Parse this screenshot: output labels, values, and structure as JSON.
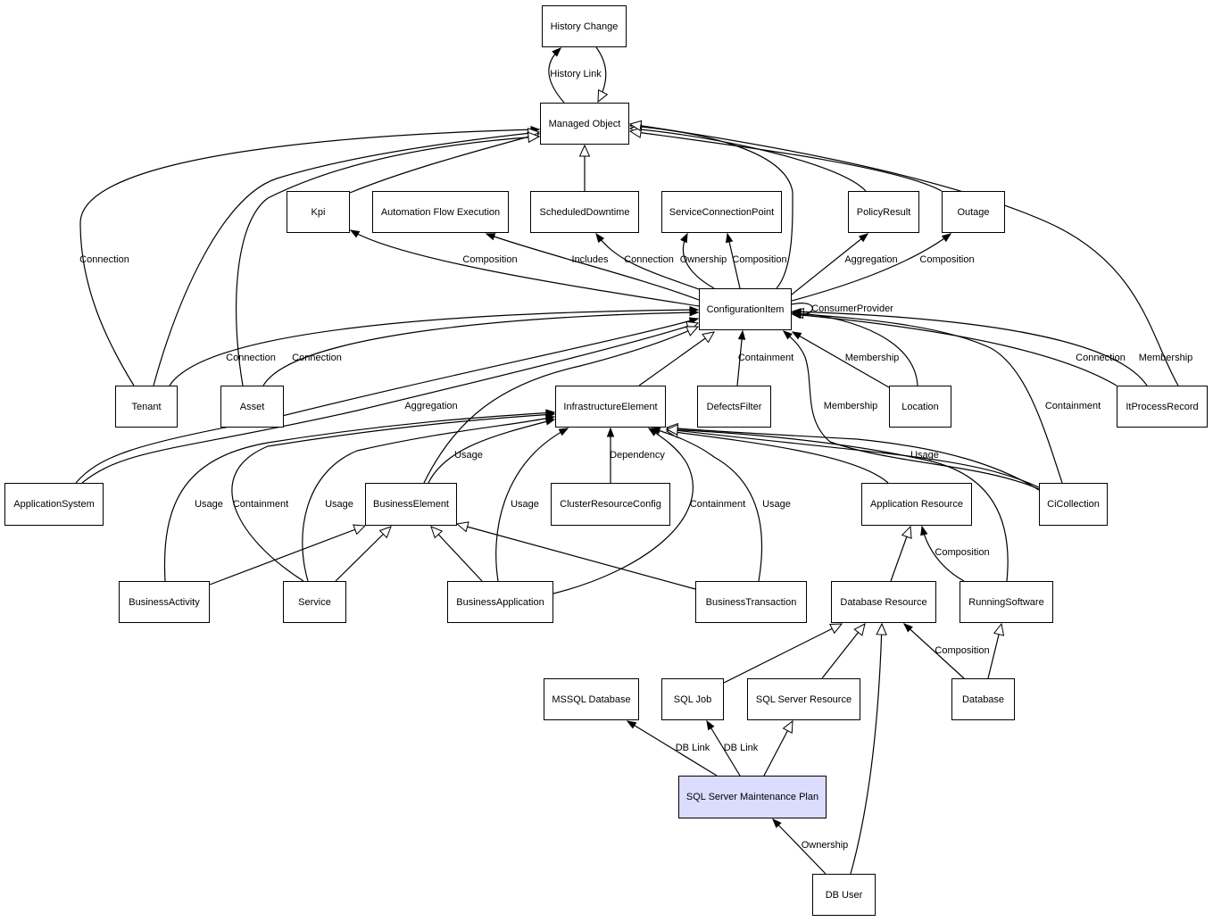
{
  "diagram": {
    "highlight_color": "#dcdcff",
    "nodes": [
      {
        "id": "history_change",
        "label": "History Change"
      },
      {
        "id": "managed_object",
        "label": "Managed Object"
      },
      {
        "id": "kpi",
        "label": "Kpi"
      },
      {
        "id": "automation_flow_execution",
        "label": "Automation Flow Execution"
      },
      {
        "id": "scheduled_downtime",
        "label": "ScheduledDowntime"
      },
      {
        "id": "service_connection_point",
        "label": "ServiceConnectionPoint"
      },
      {
        "id": "policy_result",
        "label": "PolicyResult"
      },
      {
        "id": "outage",
        "label": "Outage"
      },
      {
        "id": "configuration_item",
        "label": "ConfigurationItem"
      },
      {
        "id": "tenant",
        "label": "Tenant"
      },
      {
        "id": "asset",
        "label": "Asset"
      },
      {
        "id": "infrastructure_element",
        "label": "InfrastructureElement"
      },
      {
        "id": "defects_filter",
        "label": "DefectsFilter"
      },
      {
        "id": "location",
        "label": "Location"
      },
      {
        "id": "it_process_record",
        "label": "ItProcessRecord"
      },
      {
        "id": "application_system",
        "label": "ApplicationSystem"
      },
      {
        "id": "business_element",
        "label": "BusinessElement"
      },
      {
        "id": "cluster_resource_config",
        "label": "ClusterResourceConfig"
      },
      {
        "id": "application_resource",
        "label": "Application Resource"
      },
      {
        "id": "ci_collection",
        "label": "CiCollection"
      },
      {
        "id": "business_activity",
        "label": "BusinessActivity"
      },
      {
        "id": "service",
        "label": "Service"
      },
      {
        "id": "business_application",
        "label": "BusinessApplication"
      },
      {
        "id": "business_transaction",
        "label": "BusinessTransaction"
      },
      {
        "id": "database_resource",
        "label": "Database Resource"
      },
      {
        "id": "running_software",
        "label": "RunningSoftware"
      },
      {
        "id": "mssql_database",
        "label": "MSSQL Database"
      },
      {
        "id": "sql_job",
        "label": "SQL Job"
      },
      {
        "id": "sql_server_resource",
        "label": "SQL Server Resource"
      },
      {
        "id": "database",
        "label": "Database"
      },
      {
        "id": "sql_server_maintenance_plan",
        "label": "SQL Server Maintenance Plan",
        "highlighted": true
      },
      {
        "id": "db_user",
        "label": "DB User"
      }
    ],
    "edges": [
      {
        "from": "managed_object",
        "to": "history_change",
        "label": "History Link",
        "head": "filled"
      },
      {
        "from": "history_change",
        "to": "managed_object",
        "label": "",
        "head": "hollow"
      },
      {
        "from": "scheduled_downtime",
        "to": "managed_object",
        "label": "",
        "head": "hollow"
      },
      {
        "from": "kpi",
        "to": "managed_object",
        "label": "",
        "head": "hollow"
      },
      {
        "from": "tenant",
        "to": "managed_object",
        "label": "Connection",
        "head": "filled"
      },
      {
        "from": "tenant",
        "to": "managed_object",
        "label": "",
        "head": "hollow"
      },
      {
        "from": "asset",
        "to": "managed_object",
        "label": "",
        "head": "hollow"
      },
      {
        "from": "configuration_item",
        "to": "managed_object",
        "label": "",
        "head": "hollow"
      },
      {
        "from": "policy_result",
        "to": "managed_object",
        "label": "",
        "head": "hollow"
      },
      {
        "from": "outage",
        "to": "managed_object",
        "label": "",
        "head": "hollow"
      },
      {
        "from": "it_process_record",
        "to": "managed_object",
        "label": "",
        "head": "hollow"
      },
      {
        "from": "configuration_item",
        "to": "kpi",
        "label": "Composition",
        "head": "filled"
      },
      {
        "from": "configuration_item",
        "to": "automation_flow_execution",
        "label": "Includes",
        "head": "filled"
      },
      {
        "from": "configuration_item",
        "to": "scheduled_downtime",
        "label": "Connection",
        "head": "filled"
      },
      {
        "from": "configuration_item",
        "to": "service_connection_point",
        "label": "Ownership",
        "head": "filled"
      },
      {
        "from": "configuration_item",
        "to": "service_connection_point",
        "label": "Composition",
        "head": "filled"
      },
      {
        "from": "configuration_item",
        "to": "policy_result",
        "label": "Aggregation",
        "head": "filled"
      },
      {
        "from": "configuration_item",
        "to": "outage",
        "label": "Composition",
        "head": "filled"
      },
      {
        "from": "configuration_item",
        "to": "configuration_item",
        "label": "ConsumerProvider",
        "head": "filled"
      },
      {
        "from": "tenant",
        "to": "configuration_item",
        "label": "Connection",
        "head": "filled"
      },
      {
        "from": "asset",
        "to": "configuration_item",
        "label": "Connection",
        "head": "filled"
      },
      {
        "from": "application_system",
        "to": "configuration_item",
        "label": "Aggregation",
        "head": "filled"
      },
      {
        "from": "application_system",
        "to": "configuration_item",
        "label": "",
        "head": "hollow"
      },
      {
        "from": "infrastructure_element",
        "to": "configuration_item",
        "label": "",
        "head": "hollow"
      },
      {
        "from": "defects_filter",
        "to": "configuration_item",
        "label": "Containment",
        "head": "filled"
      },
      {
        "from": "location",
        "to": "configuration_item",
        "label": "Membership",
        "head": "filled"
      },
      {
        "from": "location",
        "to": "configuration_item",
        "label": "",
        "head": "hollow"
      },
      {
        "from": "ci_collection",
        "to": "configuration_item",
        "label": "Membership",
        "head": "filled"
      },
      {
        "from": "ci_collection",
        "to": "configuration_item",
        "label": "Containment",
        "head": "filled"
      },
      {
        "from": "it_process_record",
        "to": "configuration_item",
        "label": "Connection",
        "head": "filled"
      },
      {
        "from": "it_process_record",
        "to": "configuration_item",
        "label": "Membership",
        "head": "filled"
      },
      {
        "from": "business_element",
        "to": "configuration_item",
        "label": "",
        "head": "hollow"
      },
      {
        "from": "cluster_resource_config",
        "to": "infrastructure_element",
        "label": "Dependency",
        "head": "filled"
      },
      {
        "from": "business_element",
        "to": "infrastructure_element",
        "label": "Usage",
        "head": "filled"
      },
      {
        "from": "business_activity",
        "to": "infrastructure_element",
        "label": "Usage",
        "head": "filled"
      },
      {
        "from": "service",
        "to": "infrastructure_element",
        "label": "Containment",
        "head": "filled"
      },
      {
        "from": "service",
        "to": "infrastructure_element",
        "label": "Usage",
        "head": "filled"
      },
      {
        "from": "business_application",
        "to": "infrastructure_element",
        "label": "Usage",
        "head": "filled"
      },
      {
        "from": "business_application",
        "to": "infrastructure_element",
        "label": "Containment",
        "head": "filled"
      },
      {
        "from": "business_transaction",
        "to": "infrastructure_element",
        "label": "Usage",
        "head": "filled"
      },
      {
        "from": "application_resource",
        "to": "infrastructure_element",
        "label": "",
        "head": "hollow"
      },
      {
        "from": "ci_collection",
        "to": "infrastructure_element",
        "label": "Usage",
        "head": "filled"
      },
      {
        "from": "ci_collection",
        "to": "infrastructure_element",
        "label": "",
        "head": "hollow"
      },
      {
        "from": "running_software",
        "to": "infrastructure_element",
        "label": "",
        "head": "hollow"
      },
      {
        "from": "business_activity",
        "to": "business_element",
        "label": "",
        "head": "hollow"
      },
      {
        "from": "service",
        "to": "business_element",
        "label": "",
        "head": "hollow"
      },
      {
        "from": "business_application",
        "to": "business_element",
        "label": "",
        "head": "hollow"
      },
      {
        "from": "business_transaction",
        "to": "business_element",
        "label": "",
        "head": "hollow"
      },
      {
        "from": "database_resource",
        "to": "application_resource",
        "label": "",
        "head": "hollow"
      },
      {
        "from": "running_software",
        "to": "application_resource",
        "label": "Composition",
        "head": "filled"
      },
      {
        "from": "sql_job",
        "to": "database_resource",
        "label": "",
        "head": "hollow"
      },
      {
        "from": "sql_server_resource",
        "to": "database_resource",
        "label": "",
        "head": "hollow"
      },
      {
        "from": "db_user",
        "to": "database_resource",
        "label": "",
        "head": "hollow"
      },
      {
        "from": "database",
        "to": "database_resource",
        "label": "Composition",
        "head": "filled"
      },
      {
        "from": "database",
        "to": "running_software",
        "label": "",
        "head": "hollow"
      },
      {
        "from": "sql_server_maintenance_plan",
        "to": "mssql_database",
        "label": "DB Link",
        "head": "filled"
      },
      {
        "from": "sql_server_maintenance_plan",
        "to": "sql_job",
        "label": "DB Link",
        "head": "filled"
      },
      {
        "from": "sql_server_maintenance_plan",
        "to": "sql_server_resource",
        "label": "",
        "head": "hollow"
      },
      {
        "from": "db_user",
        "to": "sql_server_maintenance_plan",
        "label": "Ownership",
        "head": "filled"
      }
    ]
  }
}
